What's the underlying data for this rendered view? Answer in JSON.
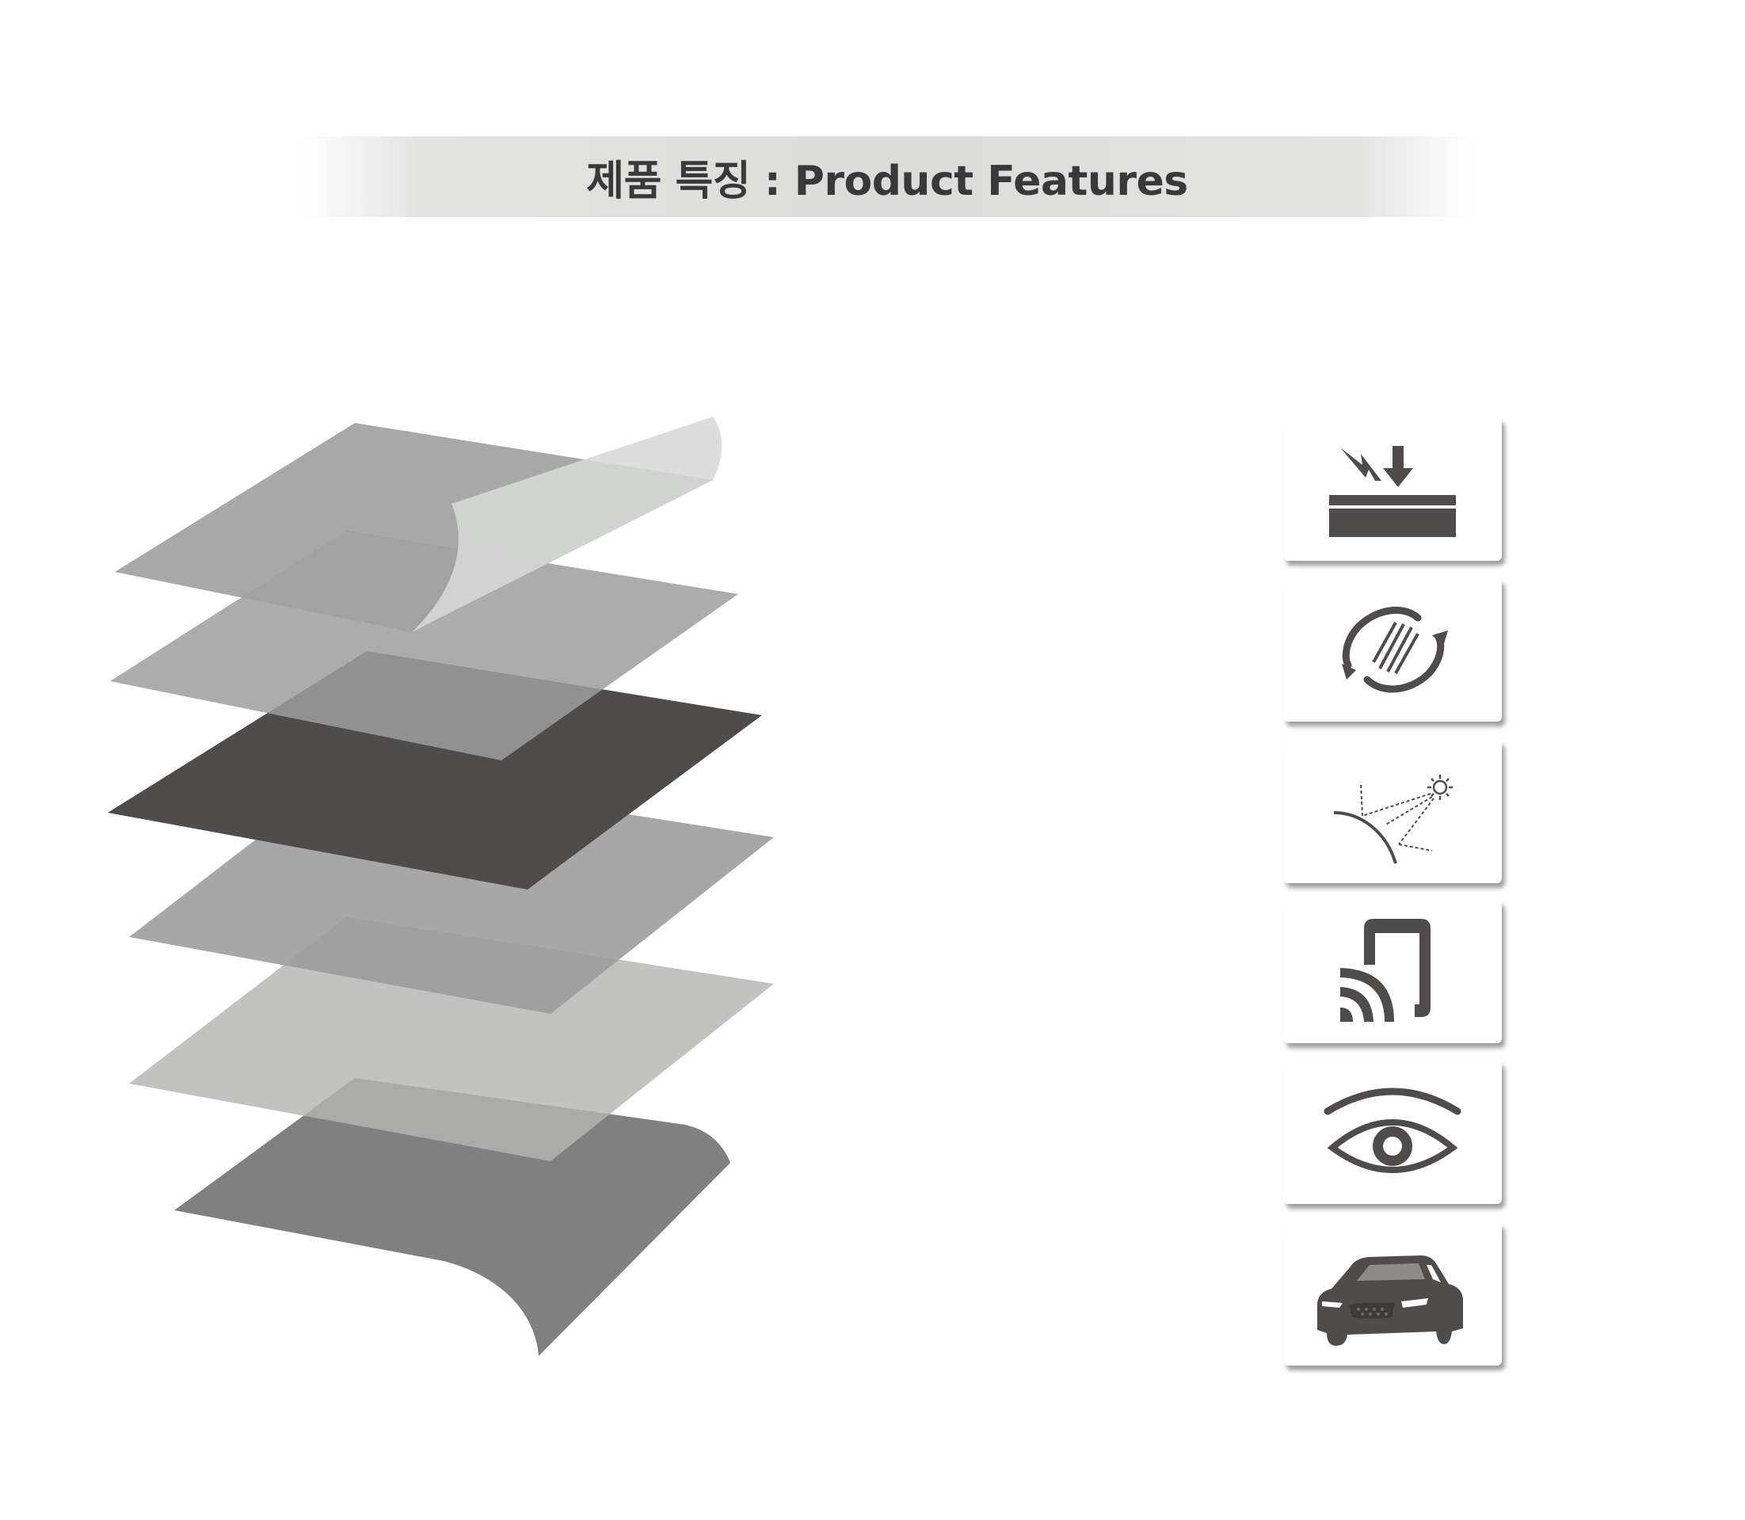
{
  "title": "제품 특징 : Product Features",
  "colors": {
    "icon": "#504c4c",
    "title_text": "#3a3939",
    "title_band": "#dcdddb"
  },
  "layers": [
    {
      "name": "protective-release-film",
      "color": "#a3a5a4"
    },
    {
      "name": "hard-coat-layer",
      "color": "#a2a3a2"
    },
    {
      "name": "main-film-layer",
      "color": "#504c4c"
    },
    {
      "name": "adhesive-layer",
      "color": "#a6a6a6"
    },
    {
      "name": "uv-layer",
      "color": "#c0bfbe"
    },
    {
      "name": "liner-layer",
      "color": "#7f807f"
    }
  ],
  "features": [
    {
      "icon": "impact-protection-icon"
    },
    {
      "icon": "scratch-recovery-icon"
    },
    {
      "icon": "glare-reflection-icon"
    },
    {
      "icon": "signal-phone-icon"
    },
    {
      "icon": "visibility-eye-icon"
    },
    {
      "icon": "car-icon"
    }
  ]
}
